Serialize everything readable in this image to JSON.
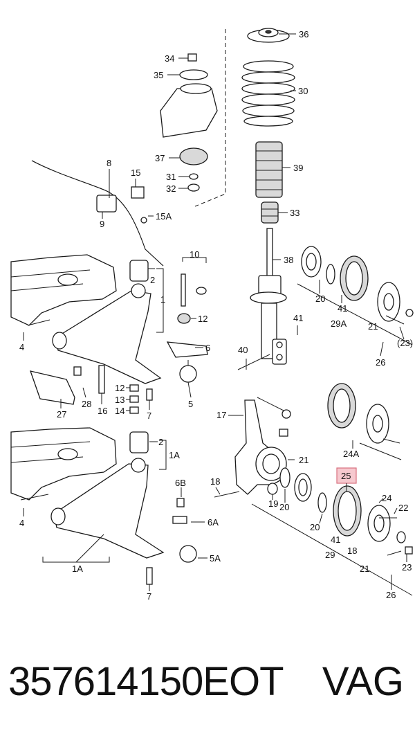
{
  "diagram": {
    "callouts": {
      "c36": "36",
      "c30": "30",
      "c34": "34",
      "c35": "35",
      "c37": "37",
      "c39": "39",
      "c31": "31",
      "c32": "32",
      "c33": "33",
      "c8": "8",
      "c15": "15",
      "c15a": "15A",
      "c9": "9",
      "c38": "38",
      "c10": "10",
      "c1": "1",
      "c2": "2",
      "c12": "12",
      "c4": "4",
      "c6": "6",
      "c5": "5",
      "c13": "13",
      "c14": "14",
      "c7": "7",
      "c28": "28",
      "c16": "16",
      "c27": "27",
      "c20": "20",
      "c41": "41",
      "c29a": "29A",
      "c21": "21",
      "c23": "(23)",
      "c26": "26",
      "c40": "40",
      "c41b": "41",
      "c17": "17",
      "c24a": "24A",
      "c2b": "2",
      "c1a": "1A",
      "c6b": "6B",
      "c6a": "6A",
      "c5a": "5A",
      "c18": "18",
      "c19": "19",
      "c20b": "20",
      "c21b": "21",
      "c25": "25",
      "c24": "24",
      "c22": "22",
      "c20c": "20",
      "c41c": "41",
      "c29": "29",
      "c18b": "18",
      "c21c": "21",
      "c23b": "23",
      "c26b": "26",
      "c4b": "4",
      "c1a2": "1A",
      "c7b": "7",
      "c12b": "12"
    }
  },
  "caption": {
    "part_number": "357614150EOT",
    "brand": "VAG"
  },
  "colors": {
    "highlight_fill": "#f6c9cf",
    "highlight_stroke": "#d9707f"
  }
}
